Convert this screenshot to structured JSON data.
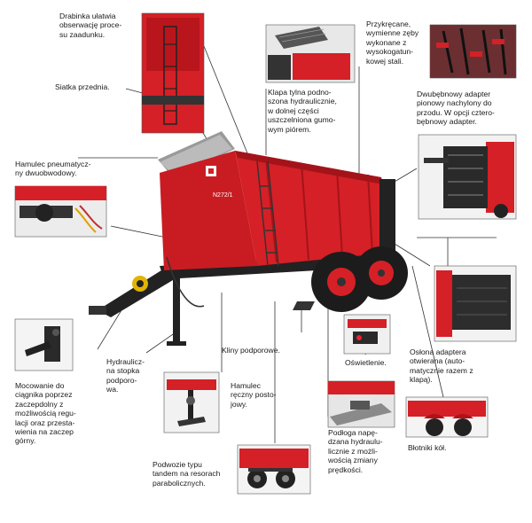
{
  "labels": {
    "drabinka": "Drabinka ułatwia\nobserwację proce-\nsu zaadunku.",
    "siatka": "Siatka przednia.",
    "hamulec_pn": "Hamulec pneumatycz-\nny dwuobwodowy.",
    "mocowanie": "Mocowanie do\nciągnika poprzez\nzaczepdolny z\nmożliwością regu-\nlacji oraz przesta-\nwienia na zaczep\ngórny.",
    "stopka": "Hydraulicz-\nna stopka\npodporo-\nwa.",
    "hamulec_reczny": "Hamulec\nręczny posto-\njowy.",
    "podwozie": "Podwozie typu\ntandem na resorach\nparabolicznych.",
    "kliny": "Kliny podporowe.",
    "podloga": "Podłoga napę-\ndzana hydraulu-\nlicznie z możli-\nwością zmiany\nprędkości.",
    "oswietlenie": "Oświetlenie.",
    "blotniki": "Błotniki kół.",
    "oslona": "Osłona adaptera\notwierana (auto-\nmatycznie razem z\nklapą).",
    "adapter": "Dwubębnowy adapter\npionowy nachylony do\nprzodu. W opcji cztero-\nbębnowy adapter.",
    "zeby": "Przykręcane,\nwymienne zęby\nwykonane z\nwysokogatun-\nkowej stali.",
    "klapa": "Klapa tylna podno-\nszona hydraulicznie,\nw dolnej części\nuszczelniona gumo-\nwym piórem."
  },
  "machine": {
    "model_badge": "N272/1",
    "body_color": "#d42026",
    "chassis_color": "#222222"
  }
}
